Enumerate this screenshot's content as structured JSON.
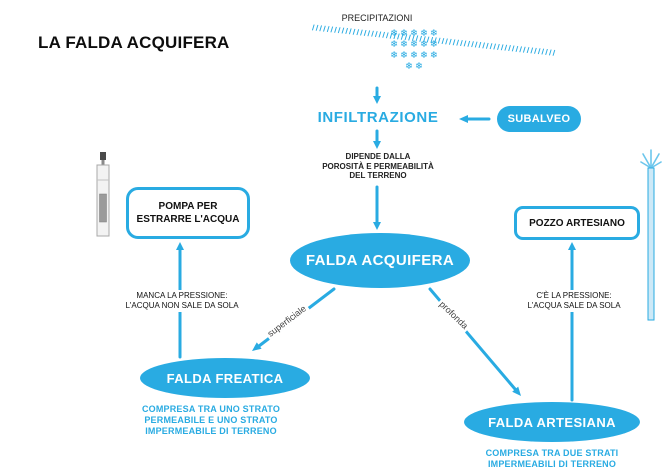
{
  "colors": {
    "accent": "#29abe2",
    "ink": "#111111",
    "background": "#ffffff"
  },
  "header": {
    "title": "LA FALDA ACQUIFERA"
  },
  "diagram": {
    "precipitazioni": {
      "label": "PRECIPITAZIONI"
    },
    "icons": {
      "rain": {
        "name": "rain-icon",
        "glyphs": "//////////////////////////////////////////////////////////////////"
      },
      "snow": {
        "name": "snowflakes-icon",
        "glyphs": "❄❄❄❄❄❄❄❄❄❄❄❄❄❄❄❄❄"
      },
      "pump_well": {
        "name": "pump-well-illustration"
      },
      "artesian_well": {
        "name": "artesian-well-illustration"
      }
    },
    "infiltrazione": {
      "label": "INFILTRAZIONE"
    },
    "subalveo": {
      "label": "SUBALVEO"
    },
    "porosity_note": {
      "text": "DIPENDE DALLA\nPOROSITÀ E PERMEABILITÀ\nDEL TERRENO"
    },
    "falda_acquifera": {
      "label": "FALDA ACQUIFERA"
    },
    "pompa": {
      "label": "POMPA PER\nESTRARRE L'ACQUA"
    },
    "pozzo": {
      "label": "POZZO ARTESIANO"
    },
    "falda_freatica": {
      "label": "FALDA FREATICA",
      "note": "COMPRESA TRA UNO STRATO\nPERMEABILE E UNO STRATO\nIMPERMEABILE DI TERRENO"
    },
    "falda_artesiana": {
      "label": "FALDA ARTESIANA",
      "note": "COMPRESA TRA DUE STRATI\nIMPERMEABILI DI TERRENO"
    },
    "edges": {
      "superficiale": "superficiale",
      "profonda": "profonda",
      "manca_pressione": "MANCA LA PRESSIONE:\nL'ACQUA NON SALE DA SOLA",
      "ce_pressione": "C'È LA PRESSIONE:\nL'ACQUA SALE DA SOLA"
    }
  }
}
